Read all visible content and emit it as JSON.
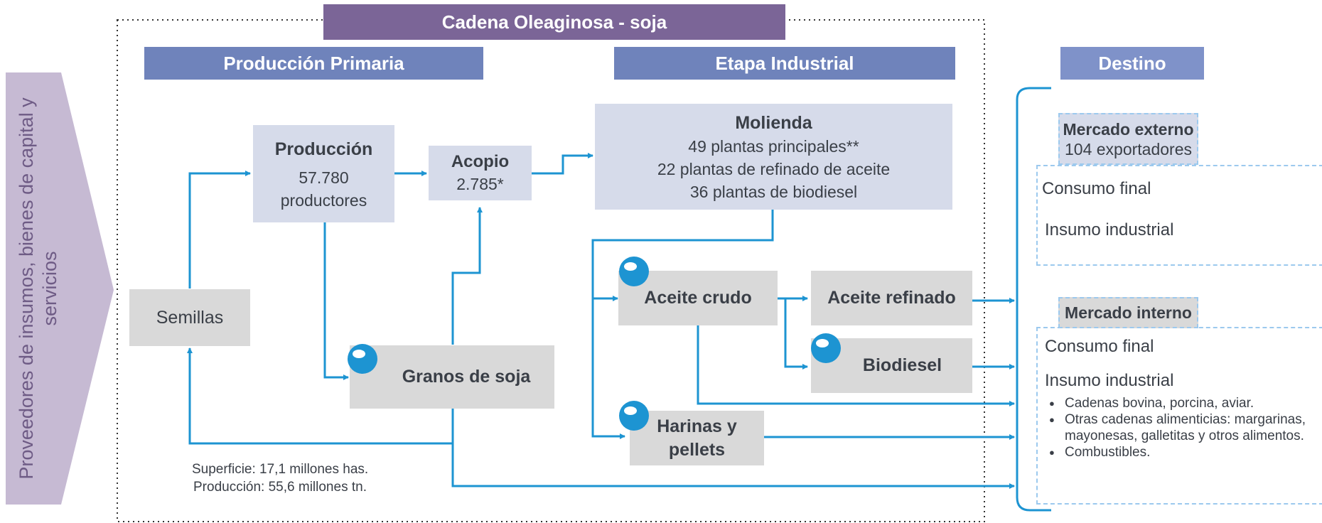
{
  "title": "Cadena Oleaginosa - soja",
  "side_label": "Proveedores de insumos, bienes de capital y servicios",
  "sections": {
    "primary": "Producción Primaria",
    "industrial": "Etapa Industrial",
    "destination": "Destino"
  },
  "nodes": {
    "semillas": "Semillas",
    "produccion": {
      "title": "Producción",
      "line1": "57.780",
      "line2": "productores"
    },
    "acopio": {
      "title": "Acopio",
      "value": "2.785*"
    },
    "granos": "Granos de soja",
    "molienda": {
      "title": "Molienda",
      "lines": [
        "49 plantas principales**",
        "22 plantas de refinado de aceite",
        "36 plantas de biodiesel"
      ]
    },
    "aceite_crudo": "Aceite crudo",
    "aceite_refinado": "Aceite refinado",
    "biodiesel": "Biodiesel",
    "harinas_line1": "Harinas y",
    "harinas_line2": "pellets"
  },
  "stats": {
    "superficie": "Superficie: 17,1 millones has.",
    "produccion": "Producción: 55,6 millones tn."
  },
  "destino": {
    "externo": {
      "title": "Mercado externo",
      "subtitle": "104 exportadores",
      "item1": "Consumo final",
      "item2": "Insumo industrial"
    },
    "interno": {
      "title": "Mercado interno",
      "item1": "Consumo final",
      "item2": "Insumo industrial",
      "bullets": [
        "Cadenas bovina, porcina, aviar.",
        "Otras cadenas alimenticias: margarinas, mayonesas, galletitas y otros alimentos.",
        "Combustibles."
      ]
    }
  },
  "colors": {
    "title_bg": "#7b6597",
    "section_bg": "#6f83bb",
    "destino_bg": "#7f92c9",
    "arrow": "#1d94d2",
    "box_lavender": "#d6dbea",
    "box_gray": "#d9d9d9",
    "side_arrow": "#c6bad3",
    "side_text": "#6e5b85"
  }
}
